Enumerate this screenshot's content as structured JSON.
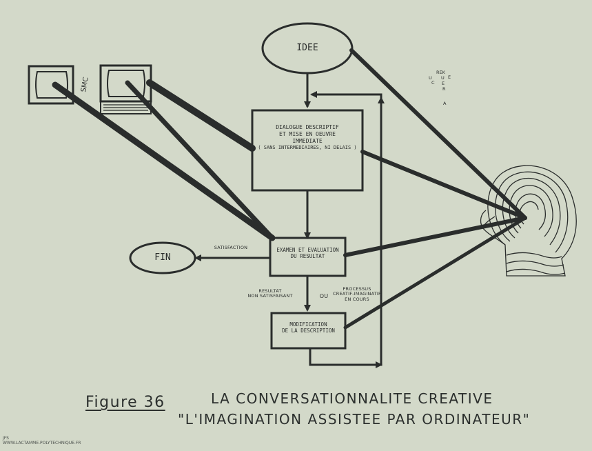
{
  "nodes": {
    "idea": "IDEE",
    "dialogue": [
      "DIALOGUE DESCRIPTIF",
      "ET MISE EN OEUVRE",
      "IMMEDIATE",
      "( SANS INTERMEDIAIRES, NI DELAIS )"
    ],
    "examination": [
      "EXAMEN ET EVALUATION",
      "DU RESULTAT"
    ],
    "modification": [
      "MODIFICATION",
      "DE LA DESCRIPTION"
    ],
    "end": "FIN"
  },
  "edge_labels": {
    "satisfaction": "SATISFACTION",
    "not_satisfying": [
      "RESULTAT",
      "NON SATISFAISANT"
    ],
    "or": "OU",
    "creative_process": [
      "PROCESSUS",
      "CREATIF-IMAGINATIF",
      "EN COURS"
    ]
  },
  "terminal_label": "SMC",
  "scatter_letters": [
    "REK",
    "U",
    "C",
    "U",
    "E",
    "E",
    "R",
    "A"
  ],
  "caption": {
    "figure": "Figure 36",
    "line1": "LA CONVERSATIONNALITE CREATIVE",
    "line2": "\"L'IMAGINATION ASSISTEE PAR ORDINATEUR\""
  },
  "credit": [
    "JFS",
    "WWW.LACTAMME.POLYTECHNIQUE.FR"
  ],
  "colors": {
    "paper": "#d3d9c9",
    "ink": "#2a2d2c"
  }
}
